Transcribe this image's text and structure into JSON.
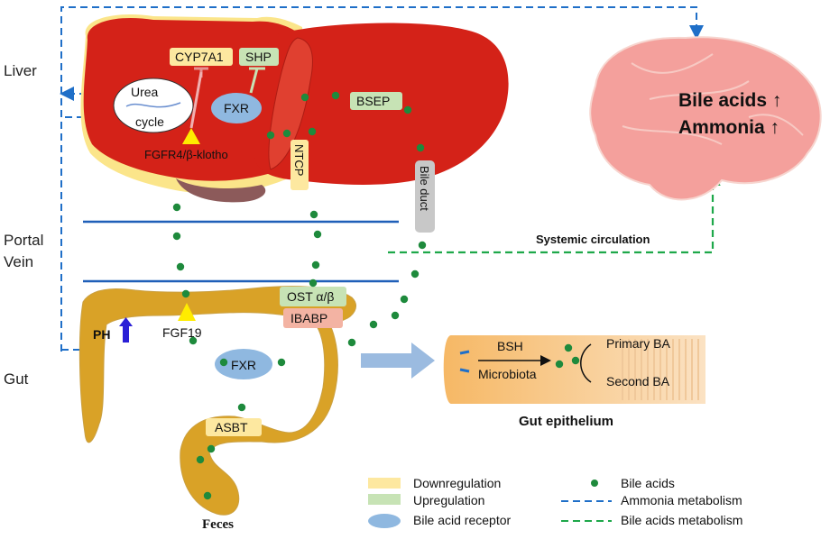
{
  "regions": {
    "liver": "Liver",
    "portal_vein": "Portal\nVein",
    "gut": "Gut"
  },
  "liver_labels": {
    "cyp7a1": "CYP7A1",
    "shp": "SHP",
    "fxr": "FXR",
    "urea_cycle": [
      "Urea",
      "cycle"
    ],
    "fgfr4": "FGFR4/β-klotho",
    "bsep": "BSEP",
    "ntcp": "NTCP",
    "bile_duct": "Bile duct"
  },
  "brain": {
    "line1": "Bile acids ↑",
    "line2": "Ammonia ↑"
  },
  "systemic": "Systemic circulation",
  "gut_labels": {
    "ph": "PH",
    "fgf19": "FGF19",
    "ost": "OST α/β",
    "ibabp": "IBABP",
    "fxr": "FXR",
    "asbt": "ASBT",
    "feces": "Feces"
  },
  "epithelium": {
    "bsh": "BSH",
    "microbiota": "Microbiota",
    "primary": "Primary BA",
    "second": "Second BA",
    "title": "Gut epithelium"
  },
  "legend": {
    "downregulation": "Downregulation",
    "upregulation": "Upregulation",
    "receptor": "Bile acid receptor",
    "bile_acids": "Bile acids",
    "ammonia_metabolism": "Ammonia  metabolism",
    "bile_acids_metabolism": "Bile acids  metabolism"
  },
  "colors": {
    "liver": "#d42218",
    "liver_dark": "#a8120e",
    "gut": "#d9a227",
    "brain": "#f4a09c",
    "downregulation": "#fde8a0",
    "upregulation": "#c7e3b5",
    "receptor": "#8fb8e0",
    "dot": "#1e8a3c",
    "ammonia_line": "#1f6fc8",
    "bile_line": "#1ea84a",
    "portal": "#1f5fb8",
    "arrow": "#9bbbe0",
    "ph_arrow": "#2a1fd6"
  }
}
